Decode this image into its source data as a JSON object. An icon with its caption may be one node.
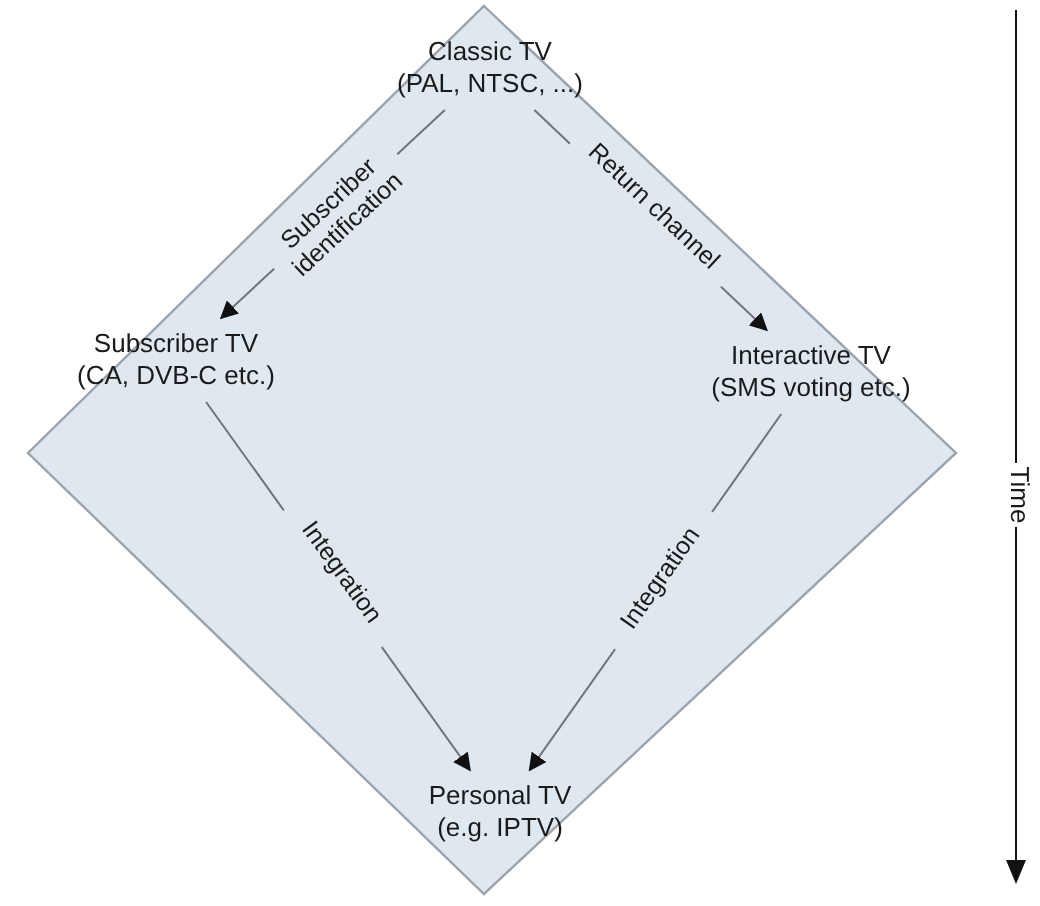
{
  "diagram": {
    "nodes": [
      {
        "text": [],
        "shape": "diamond"
      },
      {
        "text": [
          "Classic TV",
          "(PAL, NTSC, ...)"
        ],
        "in": 0
      },
      {
        "text": [
          "Subscriber TV",
          "(CA, DVB-C etc.)"
        ],
        "in": 0
      },
      {
        "text": [
          "Interactive TV",
          "(SMS voting etc.)"
        ],
        "in": 0
      },
      {
        "text": [
          "Personal TV",
          "(e.g. IPTV)"
        ],
        "in": 0
      }
    ],
    "edges": [
      {
        "from": 1,
        "to": 2,
        "arrow": "to",
        "label": "Subscriber identification"
      },
      {
        "from": 1,
        "to": 3,
        "arrow": "to",
        "label": "Return channel"
      },
      {
        "from": 2,
        "to": 4,
        "arrow": "to",
        "label": "Integration"
      },
      {
        "from": 3,
        "to": 4,
        "arrow": "to",
        "label": "Integration"
      }
    ],
    "labels": [
      "Time"
    ]
  }
}
